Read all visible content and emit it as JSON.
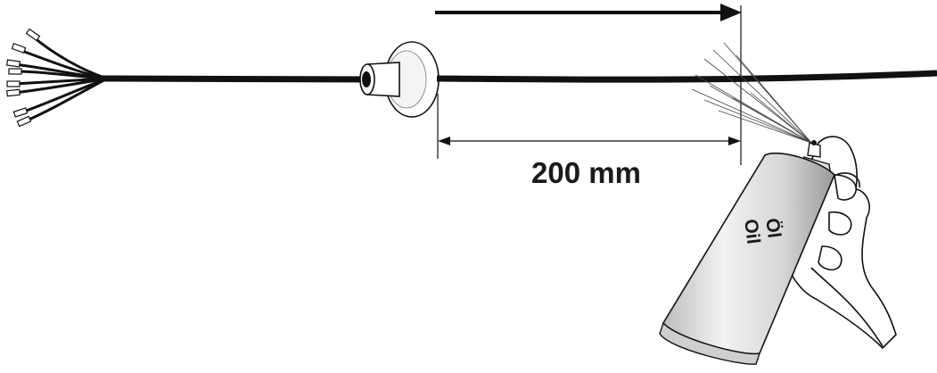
{
  "dimension": {
    "label": "200 mm"
  },
  "spray_can": {
    "label_line1": "Öl",
    "label_line2": "Oil"
  }
}
